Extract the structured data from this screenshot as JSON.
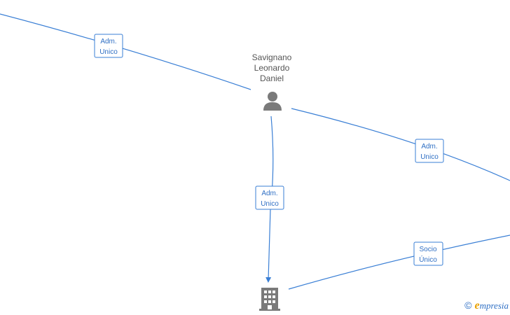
{
  "nodes": {
    "person": {
      "name_lines": [
        "Savignano",
        "Leonardo",
        "Daniel"
      ],
      "icon": "person-icon"
    },
    "company": {
      "icon": "building-icon"
    }
  },
  "edges": [
    {
      "id": "top-left",
      "label_lines": [
        "Adm.",
        "Unico"
      ]
    },
    {
      "id": "right-upper",
      "label_lines": [
        "Adm.",
        "Unico"
      ]
    },
    {
      "id": "down-to-company",
      "label_lines": [
        "Adm.",
        "Unico"
      ]
    },
    {
      "id": "company-right",
      "label_lines": [
        "Socio",
        "Único"
      ]
    }
  ],
  "watermark": {
    "copyright_symbol": "©",
    "brand_initial": "e",
    "brand_rest": "mpresia"
  },
  "colors": {
    "edge": "#3a7fd5",
    "icon": "#7a7a7a",
    "brand_accent": "#e9a100"
  }
}
